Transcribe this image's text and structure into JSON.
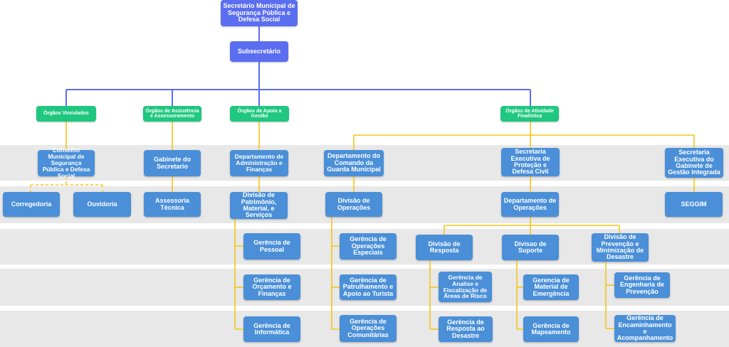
{
  "top": {
    "secretario": "Secretário Municipal de Segurança Pública e Defesa Social",
    "subsecretario": "Subsecretário"
  },
  "groups": {
    "vinculados": "Órgãos Vinculados",
    "assistencia": "Órgãos de Assistência e Assessoramento",
    "apoio": "Órgãos de Apoio a Gestão",
    "finalistica": "Órgãos de Atividade Finalística"
  },
  "vinculados": {
    "conselho": "Conselho Municipal de Segurança Pública e Defesa Social",
    "corregedoria": "Corregedoria",
    "ouvidoria": "Ouvidoria"
  },
  "assistencia": {
    "gabinete": "Gabinete do Secretario",
    "assessoria": "Assessoria Técnica"
  },
  "apoio": {
    "departamento": "Departamento de Administração e Finanças",
    "divisao": "Divisão de Patrimônio, Material, e Serviços",
    "ger_pessoal": "Gerência de Pessoal",
    "ger_orcamento": "Gerência de Orçamento e Finanças",
    "ger_informatica": "Gerência de Informática"
  },
  "guarda": {
    "departamento": "Departamento do Comando da Guarda Municipal",
    "divisao": "Divisão de Operações",
    "ger_especiais": "Gerência de Operações Especiais",
    "ger_patrulhamento": "Gerência de Patrulhamento e Apoio ao Turista",
    "ger_comunitarias": "Gerência de Operações Comunitárias"
  },
  "defesa_civil": {
    "secretaria": "Secretaria Executiva de Proteção e Defesa Civil",
    "departamento": "Departamento de Operações",
    "div_resposta": "Divisão de Resposta",
    "div_suporte": "Divisao de Suporte",
    "div_prevencao": "Divisão de Prevenção e Minimização de Desastre",
    "ger_analise": "Gerência de Analise e Fiscalização de Áreas de Risco",
    "ger_resposta_desastre": "Gerência de Resposta ao Desastre",
    "ger_material": "Gerencia de Material de Emergência",
    "ger_mapeamento": "Gerência de Mapeamento",
    "ger_engenharia": "Gerência de Engenharia de Prevenção",
    "ger_encaminhamento": "Gerência de Encaminhamento e Acompanhamento"
  },
  "gestao_integrada": {
    "secretaria": "Secretaria Executiva do Gabinete de Gestão Integrada",
    "seggim": "SEGGIM"
  },
  "colors": {
    "top_box": "#5b6ef0",
    "unit_box": "#4a8fd8",
    "group_box": "#1fc77f",
    "top_connector": "#5b6ef0",
    "sub_connector": "#f5c518",
    "band": "#e8e8e8"
  }
}
